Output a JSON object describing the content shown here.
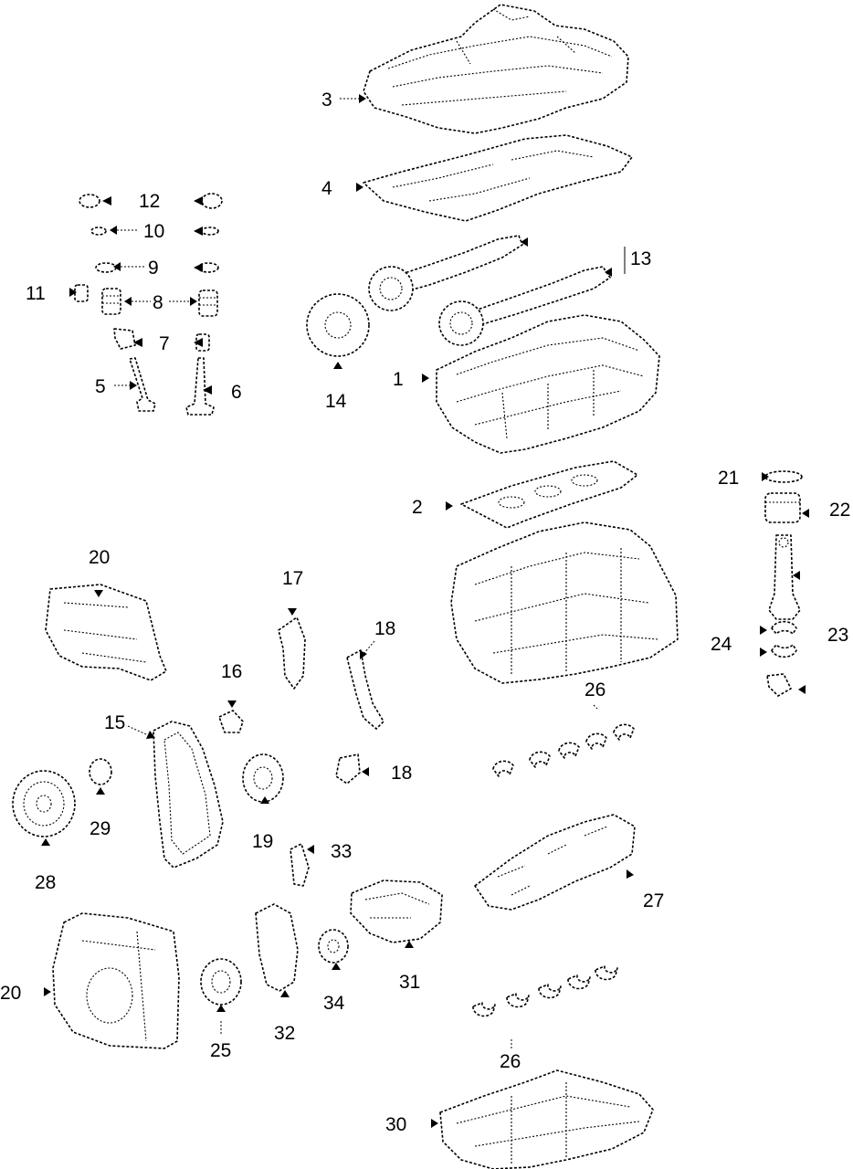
{
  "callouts": [
    {
      "id": "c3",
      "text": "3"
    },
    {
      "id": "c4",
      "text": "4"
    },
    {
      "id": "c12",
      "text": "12"
    },
    {
      "id": "c10",
      "text": "10"
    },
    {
      "id": "c9",
      "text": "9"
    },
    {
      "id": "c11",
      "text": "11"
    },
    {
      "id": "c8",
      "text": "8"
    },
    {
      "id": "c7",
      "text": "7"
    },
    {
      "id": "c5",
      "text": "5"
    },
    {
      "id": "c6",
      "text": "6"
    },
    {
      "id": "c13",
      "text": "13"
    },
    {
      "id": "c14",
      "text": "14"
    },
    {
      "id": "c1",
      "text": "1"
    },
    {
      "id": "c2",
      "text": "2"
    },
    {
      "id": "c21",
      "text": "21"
    },
    {
      "id": "c22",
      "text": "22"
    },
    {
      "id": "c20a",
      "text": "20"
    },
    {
      "id": "c17",
      "text": "17"
    },
    {
      "id": "c18a",
      "text": "18"
    },
    {
      "id": "c16",
      "text": "16"
    },
    {
      "id": "c24",
      "text": "24"
    },
    {
      "id": "c23",
      "text": "23"
    },
    {
      "id": "c26a",
      "text": "26"
    },
    {
      "id": "c15",
      "text": "15"
    },
    {
      "id": "c18b",
      "text": "18"
    },
    {
      "id": "c29",
      "text": "29"
    },
    {
      "id": "c19",
      "text": "19"
    },
    {
      "id": "c33",
      "text": "33"
    },
    {
      "id": "c28",
      "text": "28"
    },
    {
      "id": "c27",
      "text": "27"
    },
    {
      "id": "c20b",
      "text": "20"
    },
    {
      "id": "c31",
      "text": "31"
    },
    {
      "id": "c34",
      "text": "34"
    },
    {
      "id": "c32",
      "text": "32"
    },
    {
      "id": "c25",
      "text": "25"
    },
    {
      "id": "c26b",
      "text": "26"
    },
    {
      "id": "c30",
      "text": "30"
    }
  ]
}
